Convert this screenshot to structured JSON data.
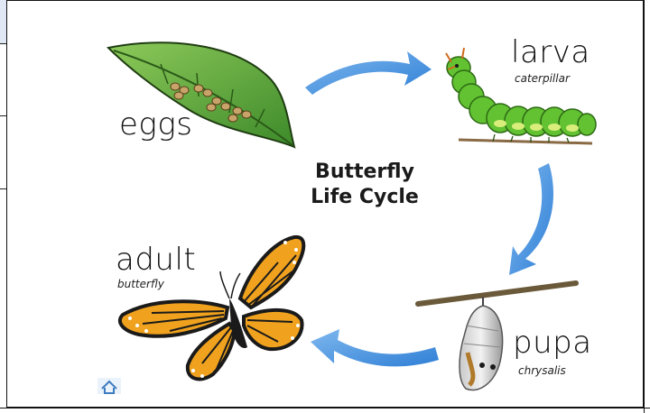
{
  "title_line1": "Butterfly",
  "title_line2": "Life Cycle",
  "stages": {
    "eggs": {
      "label": "eggs"
    },
    "larva": {
      "label": "larva",
      "sublabel": "caterpillar"
    },
    "pupa": {
      "label": "pupa",
      "sublabel": "chrysalis"
    },
    "adult": {
      "label": "adult",
      "sublabel": "butterfly"
    }
  },
  "colors": {
    "arrow": "#3e8ee0",
    "leaf": "#62a842",
    "caterpillar": "#5fbf2e",
    "wing": "#f0a21e",
    "wing_vein": "#1a1a1a"
  },
  "icons": {
    "home": "home-icon"
  }
}
